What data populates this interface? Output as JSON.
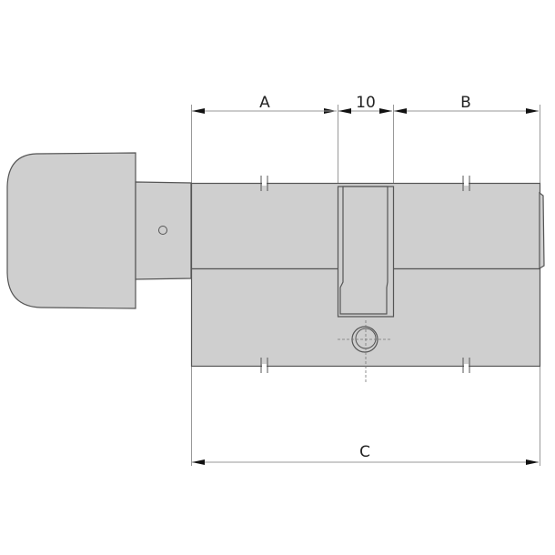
{
  "dimensions": {
    "a_label": "A",
    "slot_label": "10",
    "b_label": "B",
    "c_label": "C"
  },
  "colors": {
    "body_fill": "#cfcfcf",
    "outline": "#555555",
    "dimension_line": "#888888",
    "arrow": "#111111"
  }
}
